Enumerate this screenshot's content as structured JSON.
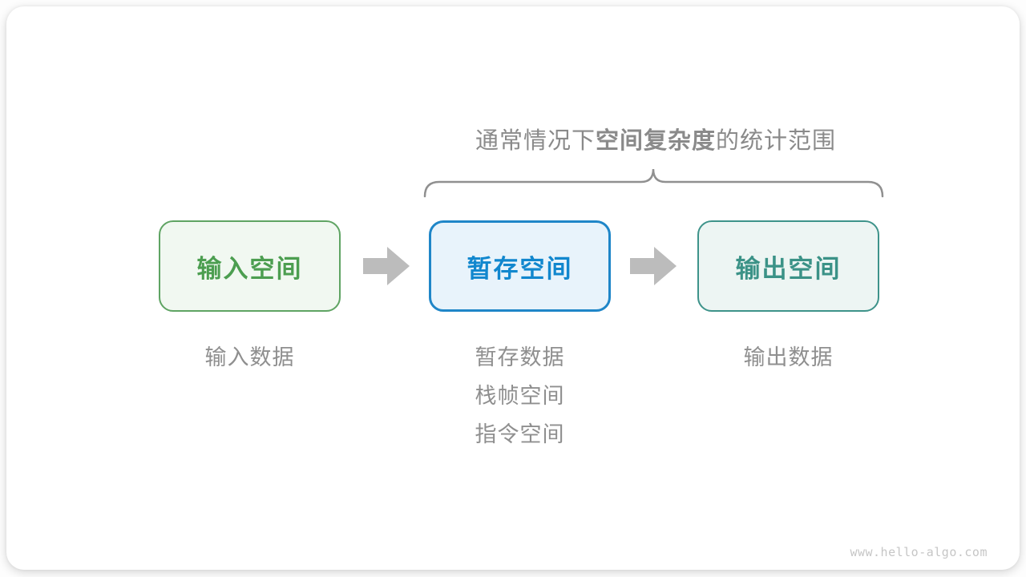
{
  "title": {
    "prefix": "通常情况下",
    "bold": "空间复杂度",
    "suffix": "的统计范围"
  },
  "boxes": [
    {
      "id": "input-space",
      "label": "输入空间",
      "border_color": "#5fa463",
      "bg_color": "#f1f8f1",
      "text_color": "#4c9e50"
    },
    {
      "id": "temp-space",
      "label": "暂存空间",
      "border_color": "#1f86c8",
      "bg_color": "#e8f3fb",
      "text_color": "#1187ce"
    },
    {
      "id": "output-space",
      "label": "输出空间",
      "border_color": "#3e938a",
      "bg_color": "#edf5f3",
      "text_color": "#3b9287"
    }
  ],
  "notes": {
    "input": [
      "输入数据"
    ],
    "temp": [
      "暂存数据",
      "栈帧空间",
      "指令空间"
    ],
    "output": [
      "输出数据"
    ]
  },
  "watermark": "www.hello-algo.com",
  "colors": {
    "title_gray": "#8a8a8a",
    "label_gray": "#8f8f8f",
    "arrow_gray": "#bcbcbc",
    "brace_gray": "#909090",
    "watermark_gray": "#c6c6c6",
    "card_bg": "#ffffff"
  }
}
